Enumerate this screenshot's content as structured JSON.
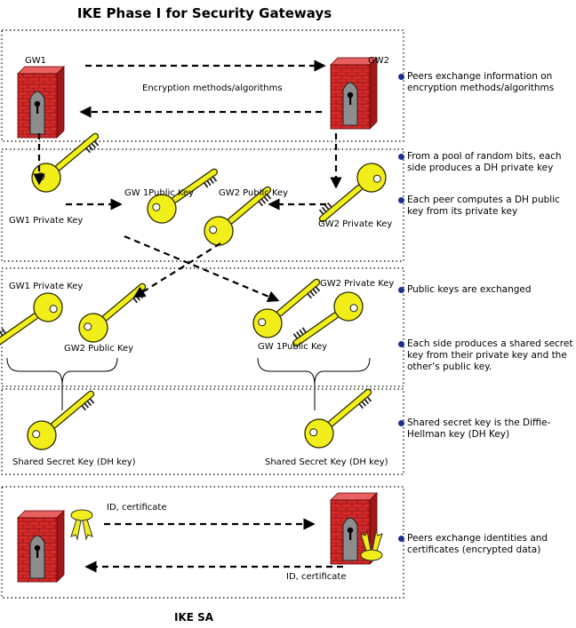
{
  "title": "IKE Phase I for Security  Gateways",
  "footer": "IKE SA",
  "labels": {
    "gw1": "GW1",
    "gw2": "GW2",
    "encryption": "Encryption methods/algorithms",
    "gw1_private": "GW1 Private Key",
    "gw1_public": "GW 1Public Key",
    "gw2_public": "GW2 Public Key",
    "gw2_private": "GW2 Private Key",
    "shared_secret": "Shared Secret Key (DH key)",
    "id_certificate": "ID, certificate"
  },
  "notes": [
    "Peers exchange information on encryption methods/algorithms",
    "From a pool of random bits, each side produces a DH private key",
    "Each peer computes a DH public key from its private key",
    "Public keys are exchanged",
    "Each side produces a shared secret key from their private key and the other’s public key.",
    "Shared secret key is the Diffie-Hellman key (DH Key)",
    "Peers exchange identities and certificates (encrypted data)"
  ],
  "colors": {
    "firewall_red": "#d42a2a",
    "key_yellow": "#f2ee1a",
    "bullet_blue": "#1f2f8f"
  }
}
